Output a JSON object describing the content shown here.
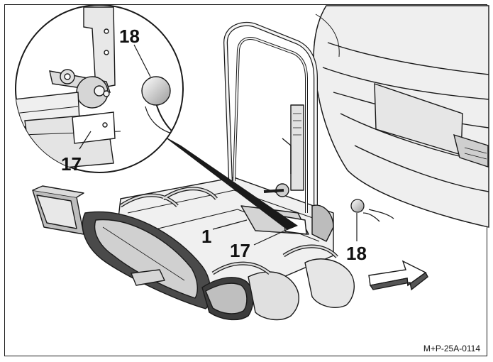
{
  "figure": {
    "callouts": {
      "inset_18": "18",
      "inset_17": "17",
      "main_1": "1",
      "main_17": "17",
      "main_18": "18"
    },
    "reference_code": "M+P-25A-0114"
  },
  "colors": {
    "line": "#1a1a1a",
    "shade_light": "#d9d9d9",
    "shade_mid": "#a6a6a6",
    "shade_dark": "#555555",
    "background": "#ffffff"
  }
}
